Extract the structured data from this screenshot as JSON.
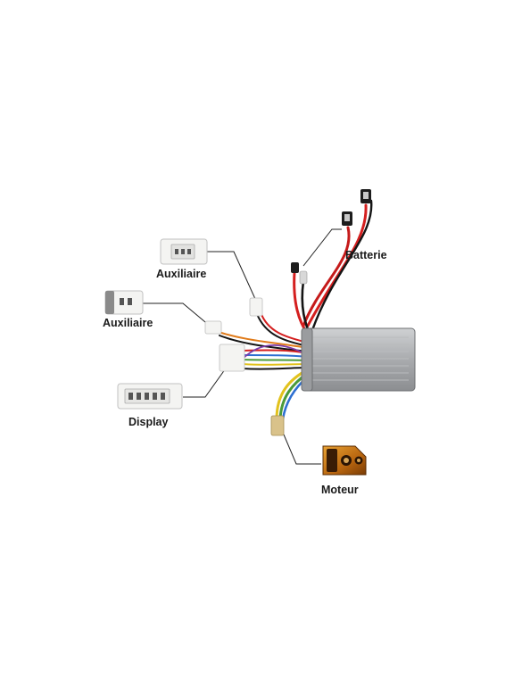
{
  "labels": {
    "aux_top": "Auxiliaire",
    "aux_left": "Auxiliaire",
    "display": "Display",
    "battery": "Batterie",
    "motor": "Moteur"
  },
  "colors": {
    "controller_body": "#a9abae",
    "wire_red": "#d41f1f",
    "wire_black": "#151515",
    "wire_yellow": "#e2c21c",
    "wire_green": "#4a9a3a",
    "wire_blue": "#2d6fd1",
    "wire_orange": "#e07b1a",
    "wire_purple": "#7c3aa8",
    "connector_white": "#f4f4f2",
    "motor_plug": "#c77c17"
  }
}
